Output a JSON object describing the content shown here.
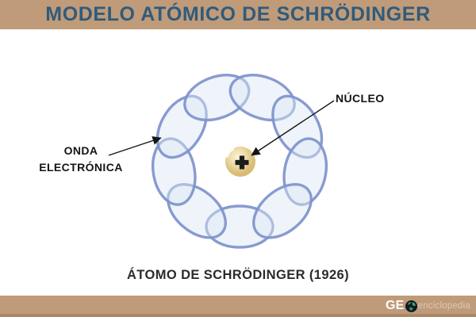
{
  "header": {
    "title": "MODELO ATÓMICO DE SCHRÖDINGER",
    "bg_color": "#c09b79",
    "title_color": "#2f5b7d"
  },
  "diagram": {
    "nucleus_label": "NÚCLEO",
    "wave_label_line1": "ONDA",
    "wave_label_line2": "ELECTRÓNICA",
    "caption": "ÁTOMO DE SCHRÖDINGER (1926)",
    "colors": {
      "wave_stroke": "#7e92cc",
      "wave_fill": "#dbe7f5",
      "nucleus_gold": "#d8ba6b",
      "nucleus_highlight": "#f9f3dd",
      "plus_sign": "#1d1d1d"
    }
  },
  "footer": {
    "logo_prefix": "GE",
    "logo_suffix": "enciclopedia",
    "bg_color": "#c09b79"
  }
}
